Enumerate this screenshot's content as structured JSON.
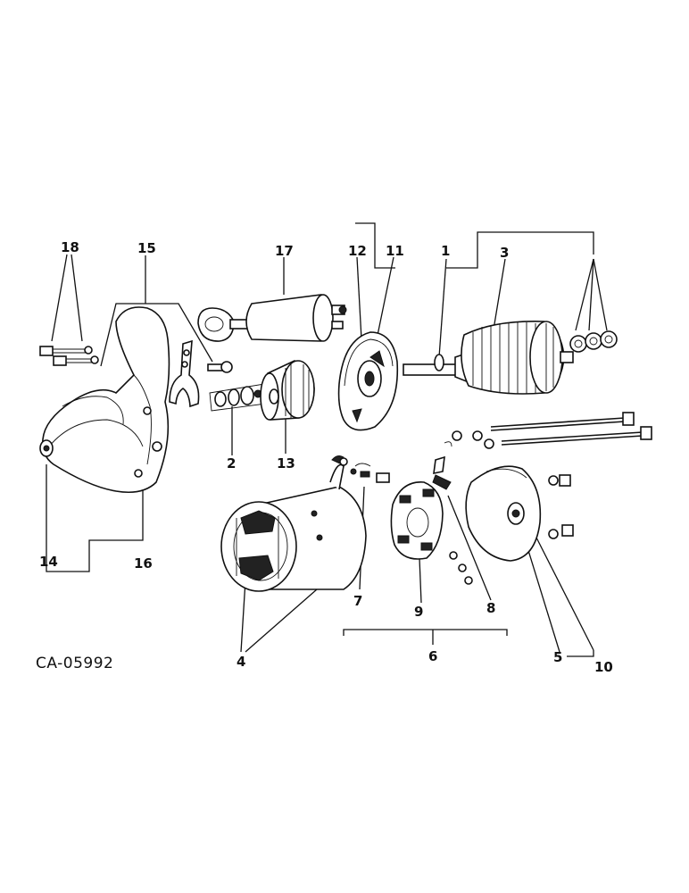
{
  "diagram": {
    "reference_code": "CA-05992",
    "callouts": {
      "c1": "1",
      "c2": "2",
      "c3": "3",
      "c4": "4",
      "c5": "5",
      "c6": "6",
      "c7": "7",
      "c8": "8",
      "c9": "9",
      "c10": "10",
      "c11": "11",
      "c12": "12",
      "c13": "13",
      "c14": "14",
      "c15": "15",
      "c16": "16",
      "c17": "17",
      "c18": "18"
    }
  }
}
